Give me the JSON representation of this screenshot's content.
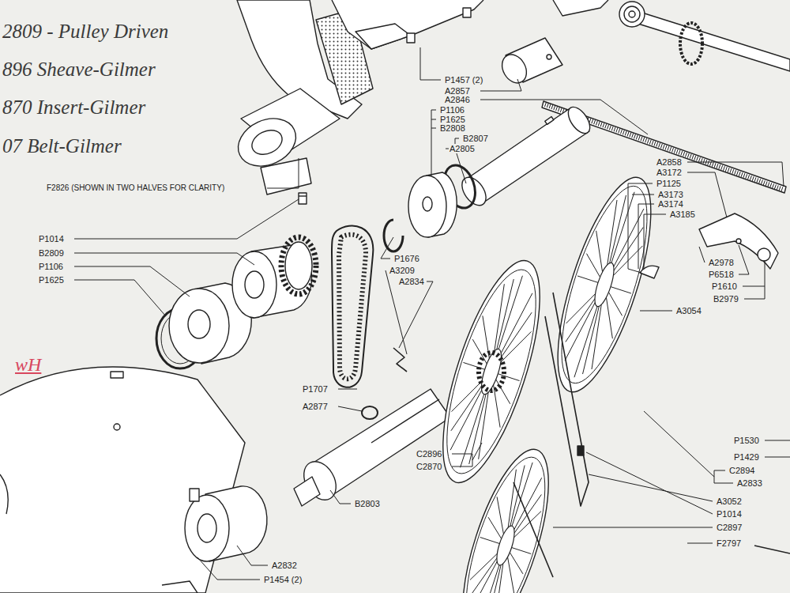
{
  "diagram": {
    "labels": [
      "2809 - Pulley Driven",
      "896 Sheave-Gilmer",
      "870 Insert-Gilmer",
      "07 Belt-Gilmer",
      "wH",
      "F2826 (SHOWN IN TWO HALVES FOR CLARITY)",
      "P1457 (2)",
      "A2857",
      "A2846",
      "P1106",
      "P1625",
      "B2808",
      "B2807",
      "A2805",
      "P1014",
      "B2809",
      "P1106",
      "P1625",
      "P1676",
      "A3209",
      "A2834",
      "P1707",
      "A2877",
      "C2896",
      "C2870",
      "B2803",
      "A2832",
      "P1454 (2)",
      "A2858",
      "A3172",
      "P1125",
      "A3173",
      "A3174",
      "A3185",
      "A2978",
      "P6518",
      "P1610",
      "B2979",
      "A3054",
      "P1530",
      "P1429",
      "C2894",
      "A2833",
      "A3052",
      "P1014",
      "C2897",
      "F2797"
    ]
  }
}
